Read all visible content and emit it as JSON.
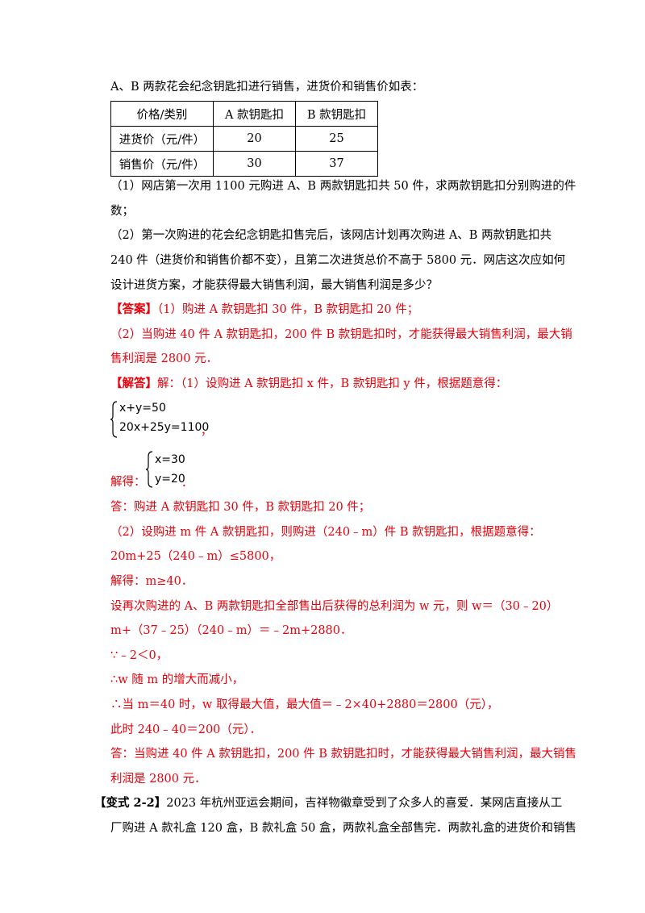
{
  "intro": "A、B 两款花会纪念钥匙扣进行销售，进货价和销售价如表：",
  "table": {
    "headers": [
      "价格/类别",
      "A 款钥匙扣",
      "B 款钥匙扣"
    ],
    "rows": [
      [
        "进货价（元/件）",
        "20",
        "25"
      ],
      [
        "销售价（元/件）",
        "30",
        "37"
      ]
    ]
  },
  "q1_a": "（1）网店第一次用 1100 元购进 A、B 两款钥匙扣共 50 件，求两款钥匙扣分别购进的件",
  "q1_b": "数；",
  "q2_a": "（2）第一次购进的花会纪念钥匙扣售完后，该网店计划再次购进 A、B 两款钥匙扣共",
  "q2_b": "240 件（进货价和销售价都不变），且第二次进货总价不高于 5800 元．网店这次应如何",
  "q2_c": "设计进货方案，才能获得最大销售利润，最大销售利润是多少？",
  "answer_tag": "【答案】",
  "answer_1": "（1）购进 A 款钥匙扣 30 件，B 款钥匙扣 20 件；",
  "answer_2a": "（2）当购进 40 件 A 款钥匙扣，200 件 B 款钥匙扣时，才能获得最大销售利润，最大销",
  "answer_2b": "售利润是 2800 元．",
  "solution_tag": "【解答】",
  "solution_intro": "解：（1）设购进 A 款钥匙扣 x 件，B 款钥匙扣 y 件，根据题意得：",
  "system1": [
    "x+y=50",
    "20x+25y=1100"
  ],
  "system1_end": "，",
  "solve_label": "解得：",
  "system2": [
    "x=30",
    "y=20"
  ],
  "system2_end": "．",
  "ans1": "答：购进 A 款钥匙扣 30 件，B 款钥匙扣 20 件；",
  "s2_1": "（2）设购进 m 件 A 款钥匙扣，则购进（240﹣m）件 B 款钥匙扣，根据题意得：",
  "s2_2": "20m+25（240﹣m）≤5800，",
  "s2_3": "解得：m≥40．",
  "s2_4": "设再次购进的 A、B 两款钥匙扣全部售出后获得的总利润为 w 元，则 w＝（30﹣20）",
  "s2_5": "m+（37﹣25）（240﹣m）＝﹣2m+2880．",
  "s2_6": "∵﹣2＜0，",
  "s2_7": "∴w 随 m 的增大而减小，",
  "s2_8": "∴当 m＝40 时，w 取得最大值，最大值＝﹣2×40+2880＝2800（元），",
  "s2_9": "此时 240﹣40＝200（元）．",
  "s2_10": "答：当购进 40 件 A 款钥匙扣，200 件 B 款钥匙扣时，才能获得最大销售利润，最大销售",
  "s2_11": "利润是 2800 元．",
  "v_tag": "【变式 2-2】",
  "v_1": "2023 年杭州亚运会期间，吉祥物徽章受到了众多人的喜爱．某网店直接从工",
  "v_2": "厂购进 A 款礼盒 120 盒，B 款礼盒 50 盒，两款礼盒全部售完．两款礼盒的进货价和销售"
}
